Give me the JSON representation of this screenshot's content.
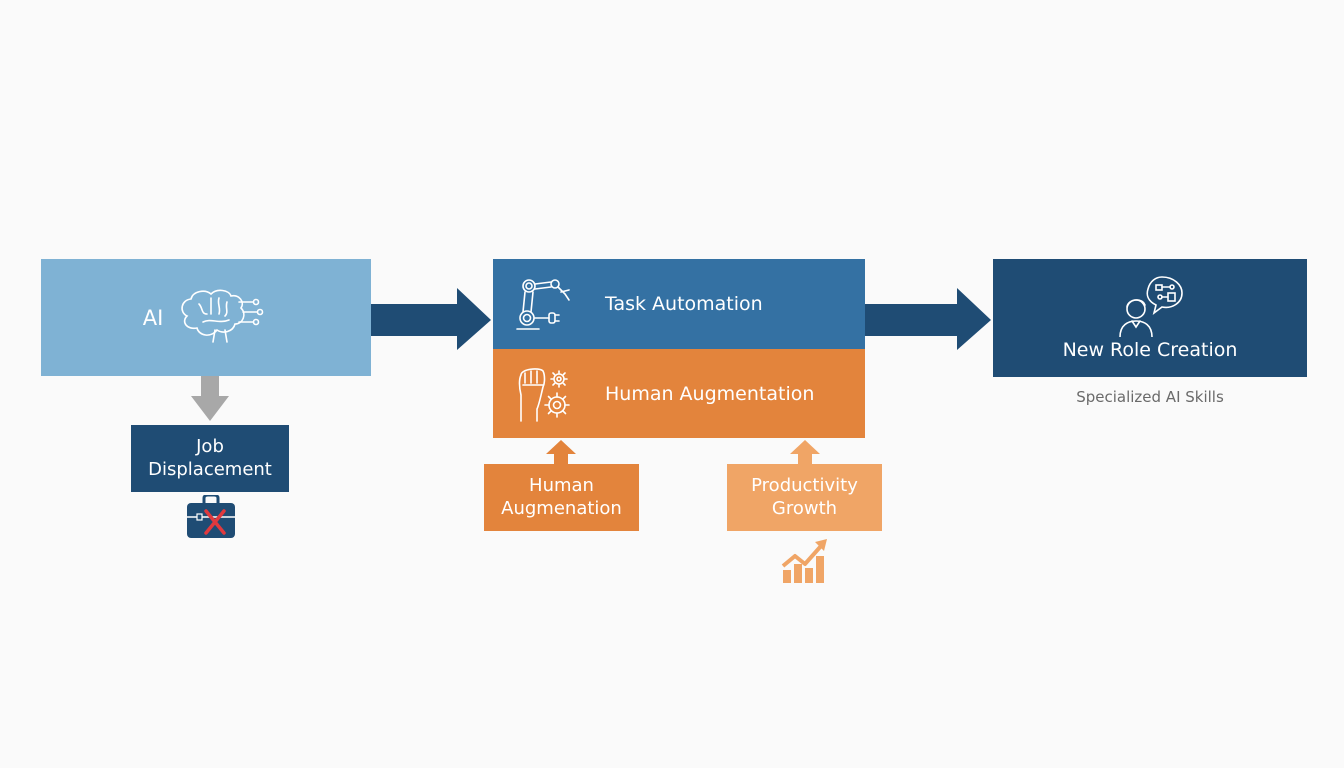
{
  "diagram": {
    "nodes": {
      "ai": {
        "label": "AI",
        "icon": "brain-circuit-icon"
      },
      "task_automation": {
        "label": "Task Automation",
        "icon": "robot-arm-icon"
      },
      "human_augmentation_main": {
        "label": "Human Augmentation",
        "icon": "fist-gears-icon"
      },
      "new_role_creation": {
        "label": "New Role Creation",
        "icon": "person-speech-icon",
        "caption": "Specialized AI Skills"
      },
      "job_displacement": {
        "label_line1": "Job",
        "label_line2": "Displacement",
        "icon": "briefcase-x-icon"
      },
      "human_augmentation_sub": {
        "label_line1": "Human",
        "label_line2": "Augmenation"
      },
      "productivity_growth": {
        "label_line1": "Productivity",
        "label_line2": "Growth",
        "icon": "growth-chart-icon"
      }
    },
    "edges": [
      {
        "from": "ai",
        "to": "task_automation"
      },
      {
        "from": "task_automation",
        "to": "new_role_creation"
      },
      {
        "from": "ai",
        "to": "job_displacement"
      },
      {
        "from": "human_augmentation_sub",
        "to": "human_augmentation_main"
      },
      {
        "from": "productivity_growth",
        "to": "human_augmentation_main"
      }
    ],
    "colors": {
      "light_blue": "#7fb2d4",
      "mid_blue": "#3471a3",
      "dark_blue": "#1f4c74",
      "orange": "#e3843c",
      "light_orange": "#f0a566",
      "gray_arrow": "#a8a8a8",
      "red_x": "#e0393e"
    }
  }
}
